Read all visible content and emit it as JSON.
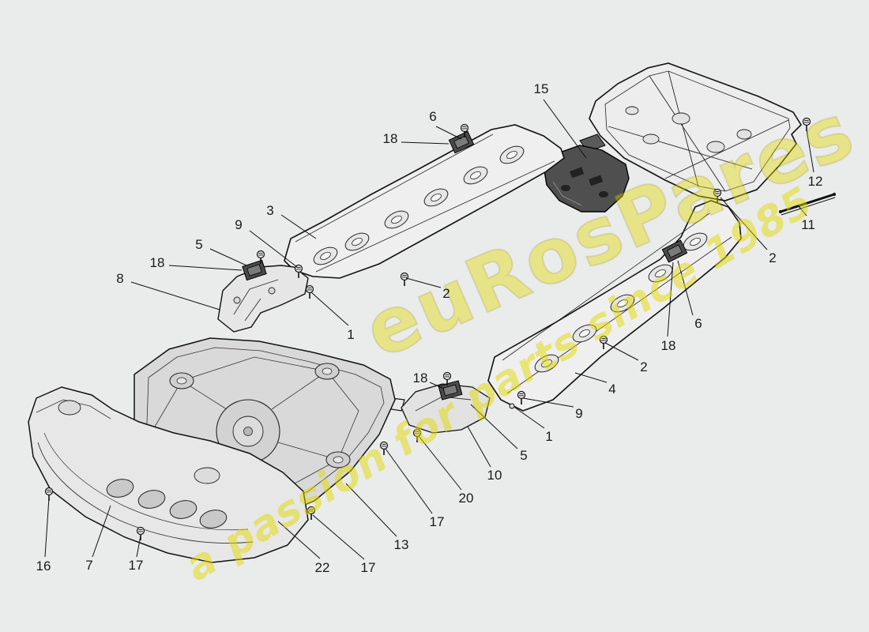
{
  "colors": {
    "background": "#eaebeb",
    "line": "#1a1a1a",
    "watermark": "#e3da00"
  },
  "watermark": {
    "brand": "euRosPares",
    "tagline": "a passion for parts since 1985"
  },
  "callouts": [
    {
      "label": "15"
    },
    {
      "label": "6"
    },
    {
      "label": "18"
    },
    {
      "label": "12"
    },
    {
      "label": "11"
    },
    {
      "label": "2"
    },
    {
      "label": "3"
    },
    {
      "label": "9"
    },
    {
      "label": "5"
    },
    {
      "label": "18"
    },
    {
      "label": "8"
    },
    {
      "label": "2"
    },
    {
      "label": "1"
    },
    {
      "label": "6"
    },
    {
      "label": "18"
    },
    {
      "label": "2"
    },
    {
      "label": "4"
    },
    {
      "label": "9"
    },
    {
      "label": "1"
    },
    {
      "label": "18"
    },
    {
      "label": "5"
    },
    {
      "label": "10"
    },
    {
      "label": "20"
    },
    {
      "label": "17"
    },
    {
      "label": "13"
    },
    {
      "label": "17"
    },
    {
      "label": "22"
    },
    {
      "label": "17"
    },
    {
      "label": "7"
    },
    {
      "label": "16"
    }
  ]
}
